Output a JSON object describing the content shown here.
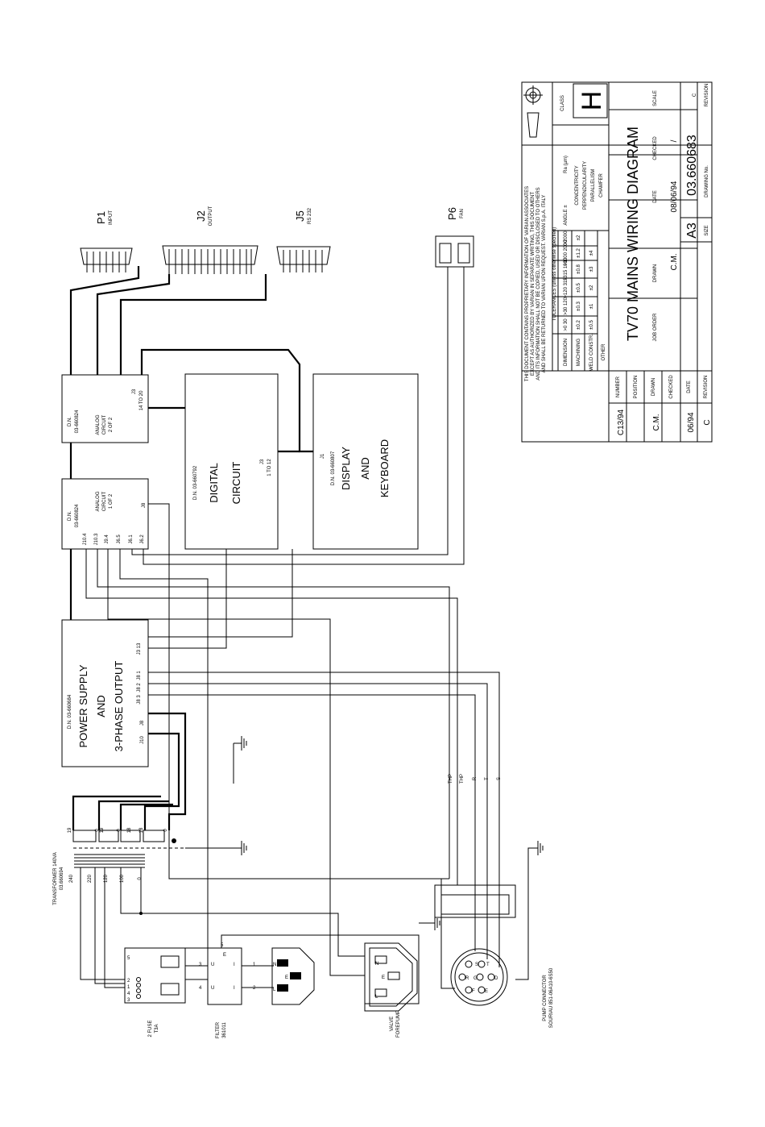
{
  "blocks": {
    "p1": {
      "ref": "P1",
      "label": "INPUT"
    },
    "j2": {
      "ref": "J2",
      "label": "OUTPUT"
    },
    "j5": {
      "ref": "J5",
      "label": "RS 232"
    },
    "p6": {
      "ref": "P6",
      "label": "FAN"
    },
    "analog2": {
      "dn": "D.N.",
      "number": "03-660824",
      "line1": "ANALOG",
      "line2": "CIRCUIT",
      "line3": "2 OF 2",
      "conn": "J3",
      "range": "14 TO 20"
    },
    "analog1": {
      "dn": "D.N.",
      "number": "03-660824",
      "line1": "ANALOG",
      "line2": "CIRCUIT",
      "line3": "1 OF 2",
      "conn": "J8",
      "pins": [
        "J10.4",
        "J10.3",
        "J9.4",
        "J6.5",
        "J6.1",
        "J6.2"
      ]
    },
    "digital": {
      "number": "D.N. 03-660792",
      "line1": "DIGITAL",
      "line2": "CIRCUIT",
      "conn": "J3",
      "range": "1 TO 12"
    },
    "display": {
      "conn": "J1",
      "number": "D.N. 03-660807",
      "line1": "DISPLAY",
      "line2": "AND",
      "line3": "KEYBOARD"
    },
    "power": {
      "number": "D.N. 03-660684",
      "line1": "POWER SUPPLY",
      "line2": "AND",
      "line3": "3-PHASE OUTPUT",
      "conns": [
        "J3 13",
        "J8 1",
        "J8 2",
        "J8 3",
        "J8",
        "J10"
      ]
    },
    "transformer": {
      "label": "TRANSFORMER 140VA",
      "number": "03.660694",
      "taps_primary": [
        "240",
        "220",
        "120",
        "100",
        "0"
      ],
      "taps_secondary": [
        "19",
        "0",
        "19",
        "0",
        "18",
        "18",
        "0"
      ]
    },
    "fuse": {
      "label": "2 FUSE",
      "rating": "T3A",
      "pins": [
        "5",
        "2",
        "1",
        "4",
        "3"
      ]
    },
    "filter": {
      "label": "FILTER",
      "model": "361011",
      "pins": [
        "3",
        "4",
        "5",
        "U",
        "U",
        "E",
        "I",
        "I"
      ]
    },
    "inlet": {
      "pins": [
        "1",
        "2"
      ],
      "letters": [
        "N",
        "E",
        "L"
      ]
    },
    "valve": {
      "label1": "VALVE",
      "label2": "FOREPUMP",
      "letters": [
        "N",
        "E",
        "L"
      ]
    },
    "pump": {
      "label1": "PUMP CONNECTOR",
      "label2": "SOURIAU 851-06A10-6S50",
      "pins": [
        "S",
        "T",
        "R",
        "G",
        "D",
        "F",
        "E"
      ]
    },
    "signals": [
      "THP",
      "THP",
      "R",
      "T",
      "S"
    ]
  },
  "title_block": {
    "notice": [
      "THIS DOCUMENT CONTAINS PROPRIETARY INFORMATION OF VARIAN ASSOCIATES",
      "EXCEPT AS AUTHORIZED BY VARIAN IN SEPARATE WRITING, THIS DOCUMENT",
      "AND ITS INFORMATION SHALL NOT BE COPIED, USED OR DISCLOSED TO OTHERS",
      "AND SHALL BE RETURNED TO VARIAN UPON REQUEST. VARIAN S.p.A. ITALY"
    ],
    "tolerances_note": "TOLERANCES (unless otherwise specified)",
    "dimension_label": "DIMENSION",
    "dimension_ranges": [
      ">0 30",
      ">30 120",
      ">120 315",
      ">315 1000",
      ">1000 2000",
      ">2000"
    ],
    "machining_label": "MACHINING",
    "machining_values": [
      "±0.2",
      "±0.3",
      "±0.5",
      "±0.8",
      "±1.2",
      "±2"
    ],
    "weld_label": "WELD CONSTR.",
    "weld_values": [
      "±0.5",
      "±1",
      "±2",
      "±3",
      "±4",
      ""
    ],
    "other_label": "OTHER",
    "angle_label": "ANGLE ±",
    "ra_label": "Ra (µm)",
    "concentricity": "CONCENTRICITY",
    "perpendicularity": "PERPENDICULARITY",
    "parallelism": "PARALLELISM",
    "chamfer": "CHAMFER",
    "class_label": "CLASS",
    "class_value": "H",
    "title": "TV70 MAINS WIRING DIAGRAM",
    "job_order_label": "JOB ORDER",
    "drawn_label": "DRAWN",
    "drawn_value": "C.M.",
    "date_label": "DATE",
    "date_value": "08/06/94",
    "checked_label": "CHECKED",
    "checked_value": "/",
    "scale_label": "SCALE",
    "size_label": "SIZE",
    "size_value": "A3",
    "drawing_no_label": "DRAWING No.",
    "drawing_no_value": "03.660683",
    "revision_label": "REVISION",
    "revision_value": "C",
    "rev_number_label": "NUMBER",
    "rev_number_value": "C13/94",
    "rev_position_label": "POSITION",
    "rev_drawn_label": "DRAWN",
    "rev_drawn_value": "C.M.",
    "rev_checked_label": "CHECKED",
    "rev_date_label": "DATE",
    "rev_date_value": "06/94",
    "rev_revision_label": "REVISION",
    "rev_revision_value": "C"
  }
}
